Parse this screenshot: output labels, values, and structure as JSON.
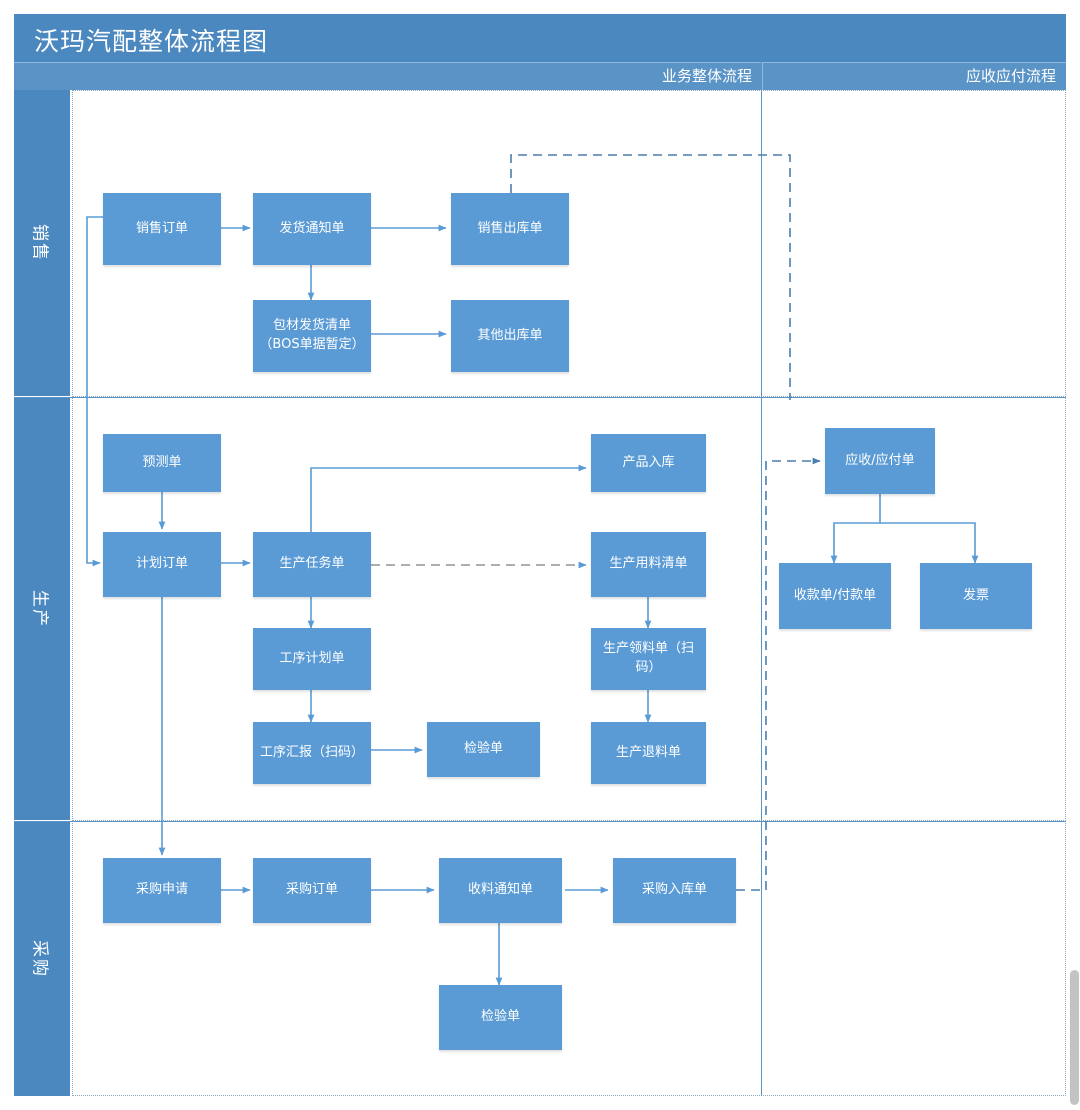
{
  "title": "沃玛汽配整体流程图",
  "columns": [
    {
      "key": "business",
      "label": "业务整体流程"
    },
    {
      "key": "arap",
      "label": "应收应付流程"
    }
  ],
  "lanes": [
    {
      "key": "sales",
      "label": "销售"
    },
    {
      "key": "production",
      "label": "生产"
    },
    {
      "key": "purchase",
      "label": "采购"
    }
  ],
  "nodes": {
    "sales_order": "销售订单",
    "delivery_notice": "发货通知单",
    "sales_outbound": "销售出库单",
    "packing_list": "包材发货清单（BOS单据暂定）",
    "other_outbound": "其他出库单",
    "forecast_order": "预测单",
    "plan_order": "计划订单",
    "production_task": "生产任务单",
    "product_inbound": "产品入库",
    "production_material_list": "生产用料清单",
    "process_plan": "工序计划单",
    "production_picking": "生产领料单（扫码）",
    "process_report": "工序汇报（扫码）",
    "inspection_prod": "检验单",
    "production_return": "生产退料单",
    "ar_ap": "应收/应付单",
    "receipt_payment": "收款单/付款单",
    "invoice": "发票",
    "purchase_request": "采购申请",
    "purchase_order": "采购订单",
    "receiving_notice": "收料通知单",
    "purchase_inbound": "采购入库单",
    "inspection_purchase": "检验单"
  },
  "colors": {
    "header_bar": "#4a88bf",
    "column_header": "#5a93c6",
    "node_fill": "#5b9bd5",
    "connector": "#5b9bd5",
    "lane_border": "#8ba8bf",
    "scrollbar": "#c3c3c3"
  },
  "edges": [
    {
      "from": "sales_order",
      "to": "delivery_notice",
      "style": "solid"
    },
    {
      "from": "delivery_notice",
      "to": "sales_outbound",
      "style": "solid"
    },
    {
      "from": "delivery_notice",
      "to": "packing_list",
      "style": "solid"
    },
    {
      "from": "packing_list",
      "to": "other_outbound",
      "style": "solid"
    },
    {
      "from": "sales_order",
      "to": "plan_order",
      "style": "solid"
    },
    {
      "from": "sales_outbound",
      "to": "ar_ap",
      "style": "dashed"
    },
    {
      "from": "forecast_order",
      "to": "plan_order",
      "style": "solid"
    },
    {
      "from": "plan_order",
      "to": "production_task",
      "style": "solid"
    },
    {
      "from": "plan_order",
      "to": "purchase_request",
      "style": "solid"
    },
    {
      "from": "production_task",
      "to": "product_inbound",
      "style": "solid"
    },
    {
      "from": "production_task",
      "to": "production_material_list",
      "style": "dashed"
    },
    {
      "from": "production_task",
      "to": "process_plan",
      "style": "solid"
    },
    {
      "from": "process_plan",
      "to": "process_report",
      "style": "solid"
    },
    {
      "from": "process_report",
      "to": "inspection_prod",
      "style": "solid"
    },
    {
      "from": "production_material_list",
      "to": "production_picking",
      "style": "solid"
    },
    {
      "from": "production_picking",
      "to": "production_return",
      "style": "solid"
    },
    {
      "from": "ar_ap",
      "to": "receipt_payment",
      "style": "solid"
    },
    {
      "from": "ar_ap",
      "to": "invoice",
      "style": "solid"
    },
    {
      "from": "purchase_request",
      "to": "purchase_order",
      "style": "solid"
    },
    {
      "from": "purchase_order",
      "to": "receiving_notice",
      "style": "solid"
    },
    {
      "from": "receiving_notice",
      "to": "purchase_inbound",
      "style": "solid"
    },
    {
      "from": "receiving_notice",
      "to": "inspection_purchase",
      "style": "solid"
    },
    {
      "from": "purchase_inbound",
      "to": "ar_ap",
      "style": "dashed"
    }
  ]
}
